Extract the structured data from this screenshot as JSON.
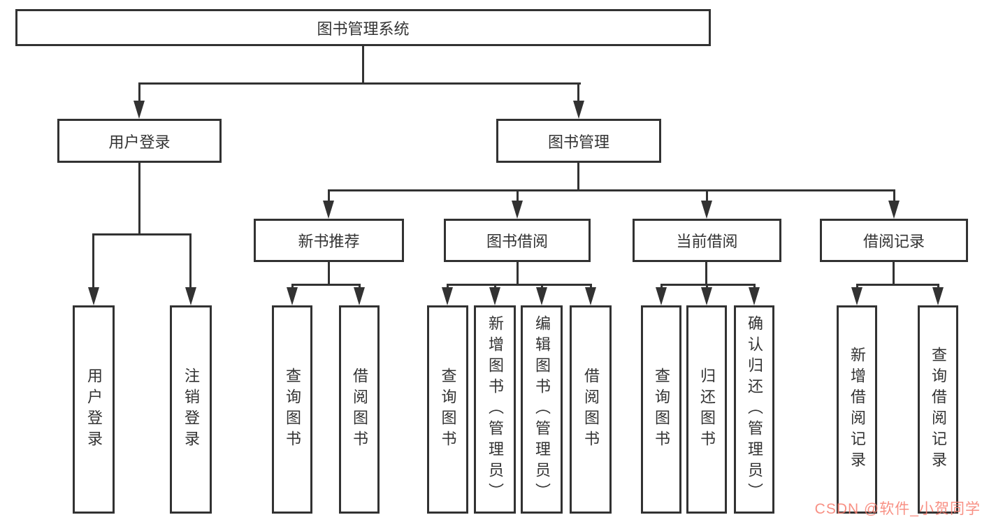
{
  "tree": {
    "label": "图书管理系统",
    "children": [
      {
        "label": "用户登录",
        "children": [
          {
            "label": "用户登录"
          },
          {
            "label": "注销登录"
          }
        ]
      },
      {
        "label": "图书管理",
        "children": [
          {
            "label": "新书推荐",
            "children": [
              {
                "label": "查询图书"
              },
              {
                "label": "借阅图书"
              }
            ]
          },
          {
            "label": "图书借阅",
            "children": [
              {
                "label": "查询图书"
              },
              {
                "label": "新增图书（管理员）"
              },
              {
                "label": "编辑图书（管理员）"
              },
              {
                "label": "借阅图书"
              }
            ]
          },
          {
            "label": "当前借阅",
            "children": [
              {
                "label": "查询图书"
              },
              {
                "label": "归还图书"
              },
              {
                "label": "确认归还（管理员）"
              }
            ]
          },
          {
            "label": "借阅记录",
            "children": [
              {
                "label": "新增借阅记录"
              },
              {
                "label": "查询借阅记录"
              }
            ]
          }
        ]
      }
    ]
  },
  "watermark": {
    "text": "CSDN @软件_小贺同学",
    "color": "#f77c6e"
  },
  "colors": {
    "stroke": "#323232",
    "background": "#ffffff",
    "text": "#333333"
  }
}
